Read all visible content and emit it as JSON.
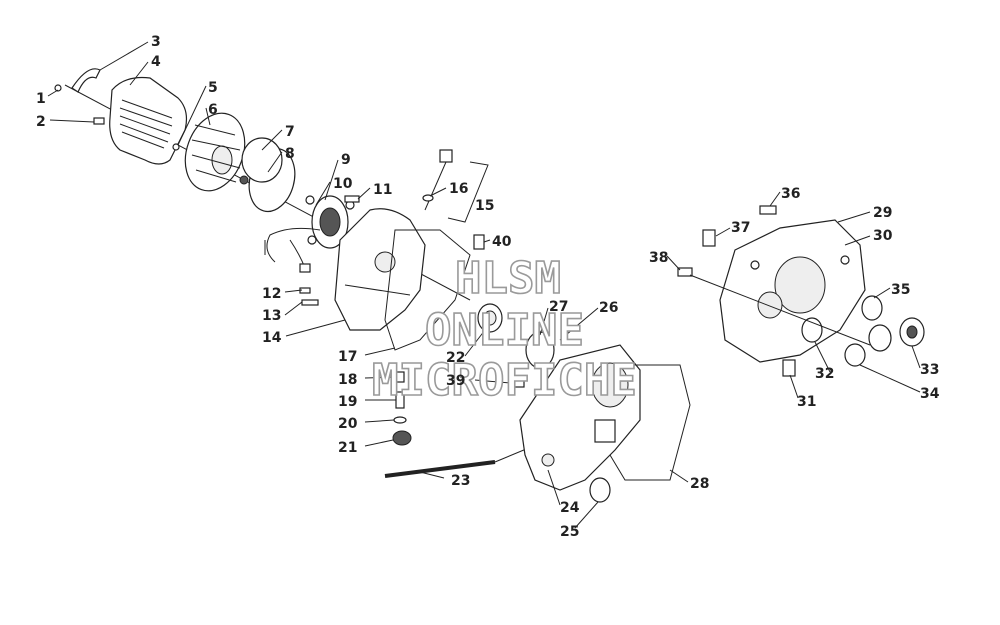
{
  "watermark": {
    "line1": "HLSM",
    "line2": "ONLINE",
    "line3": "MICROFICHE"
  },
  "callouts": [
    "1",
    "2",
    "3",
    "4",
    "5",
    "6",
    "7",
    "8",
    "9",
    "10",
    "11",
    "12",
    "13",
    "14",
    "15",
    "16",
    "17",
    "18",
    "19",
    "20",
    "21",
    "22",
    "23",
    "24",
    "25",
    "26",
    "27",
    "28",
    "29",
    "30",
    "31",
    "32",
    "33",
    "34",
    "35",
    "36",
    "37",
    "38",
    "39",
    "40"
  ]
}
